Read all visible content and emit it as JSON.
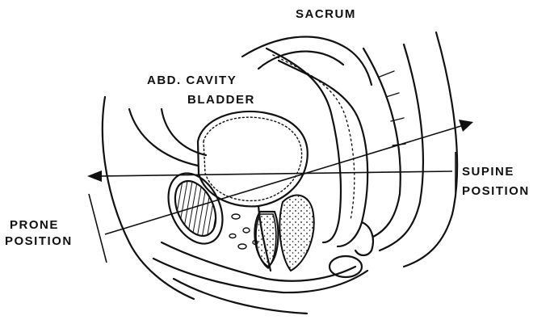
{
  "labels": {
    "sacrum": "SACRUM",
    "abd_cavity": "ABD. CAVITY",
    "bladder": "BLADDER",
    "supine_line1": "SUPINE",
    "supine_line2": "POSITION",
    "prone_line1": "PRONE",
    "prone_line2": "POSITION"
  },
  "colors": {
    "ink": "#111111",
    "background": "#ffffff"
  }
}
